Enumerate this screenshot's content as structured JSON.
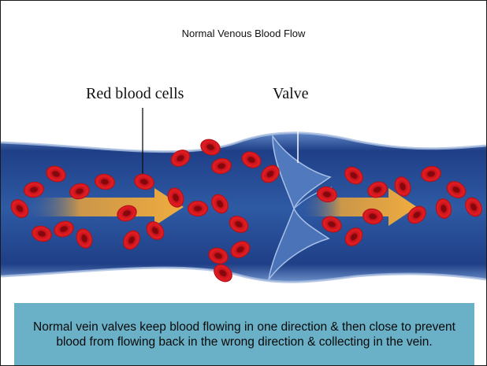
{
  "slide": {
    "title": "Normal Venous Blood Flow",
    "caption": "Normal vein valves keep blood flowing in one direction & then close to prevent blood from flowing back in the wrong direction & collecting in the vein."
  },
  "diagram": {
    "labels": {
      "red_blood_cells": "Red blood cells",
      "valve": "Valve"
    }
  },
  "colors": {
    "vein_outer": "#1e3f86",
    "vein_inner": "#2f5ba5",
    "red_cell": "#d8141b",
    "arrow": "#e8a33a",
    "caption_bar": "#6ab0c6"
  }
}
